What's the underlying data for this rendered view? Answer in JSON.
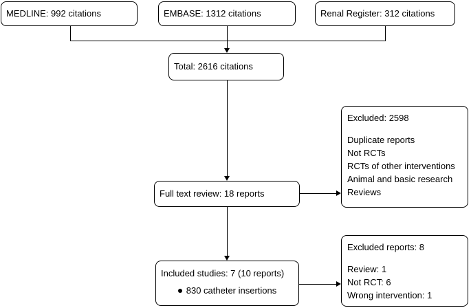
{
  "canvas": {
    "background_color": "#ffffff",
    "line_color": "#000000",
    "text_color": "#000000"
  },
  "flowchart": {
    "sources": [
      {
        "label": "MEDLINE: 992 citations"
      },
      {
        "label": "EMBASE: 1312 citations"
      },
      {
        "label": "Renal Register: 312 citations"
      }
    ],
    "total": {
      "label": "Total: 2616 citations"
    },
    "full_text": {
      "label": "Full text review: 18 reports"
    },
    "excluded_citations": {
      "title": "Excluded: 2598",
      "reasons": [
        "Duplicate reports",
        "Not RCTs",
        "RCTs of other interventions",
        "Animal and basic research",
        "Reviews"
      ]
    },
    "included": {
      "label": "Included studies: 7 (10 reports)",
      "bullet_text": "830 catheter insertions"
    },
    "excluded_reports": {
      "title": "Excluded reports: 8",
      "reasons": [
        "Review: 1",
        "Not RCT: 6",
        "Wrong intervention: 1"
      ]
    }
  }
}
